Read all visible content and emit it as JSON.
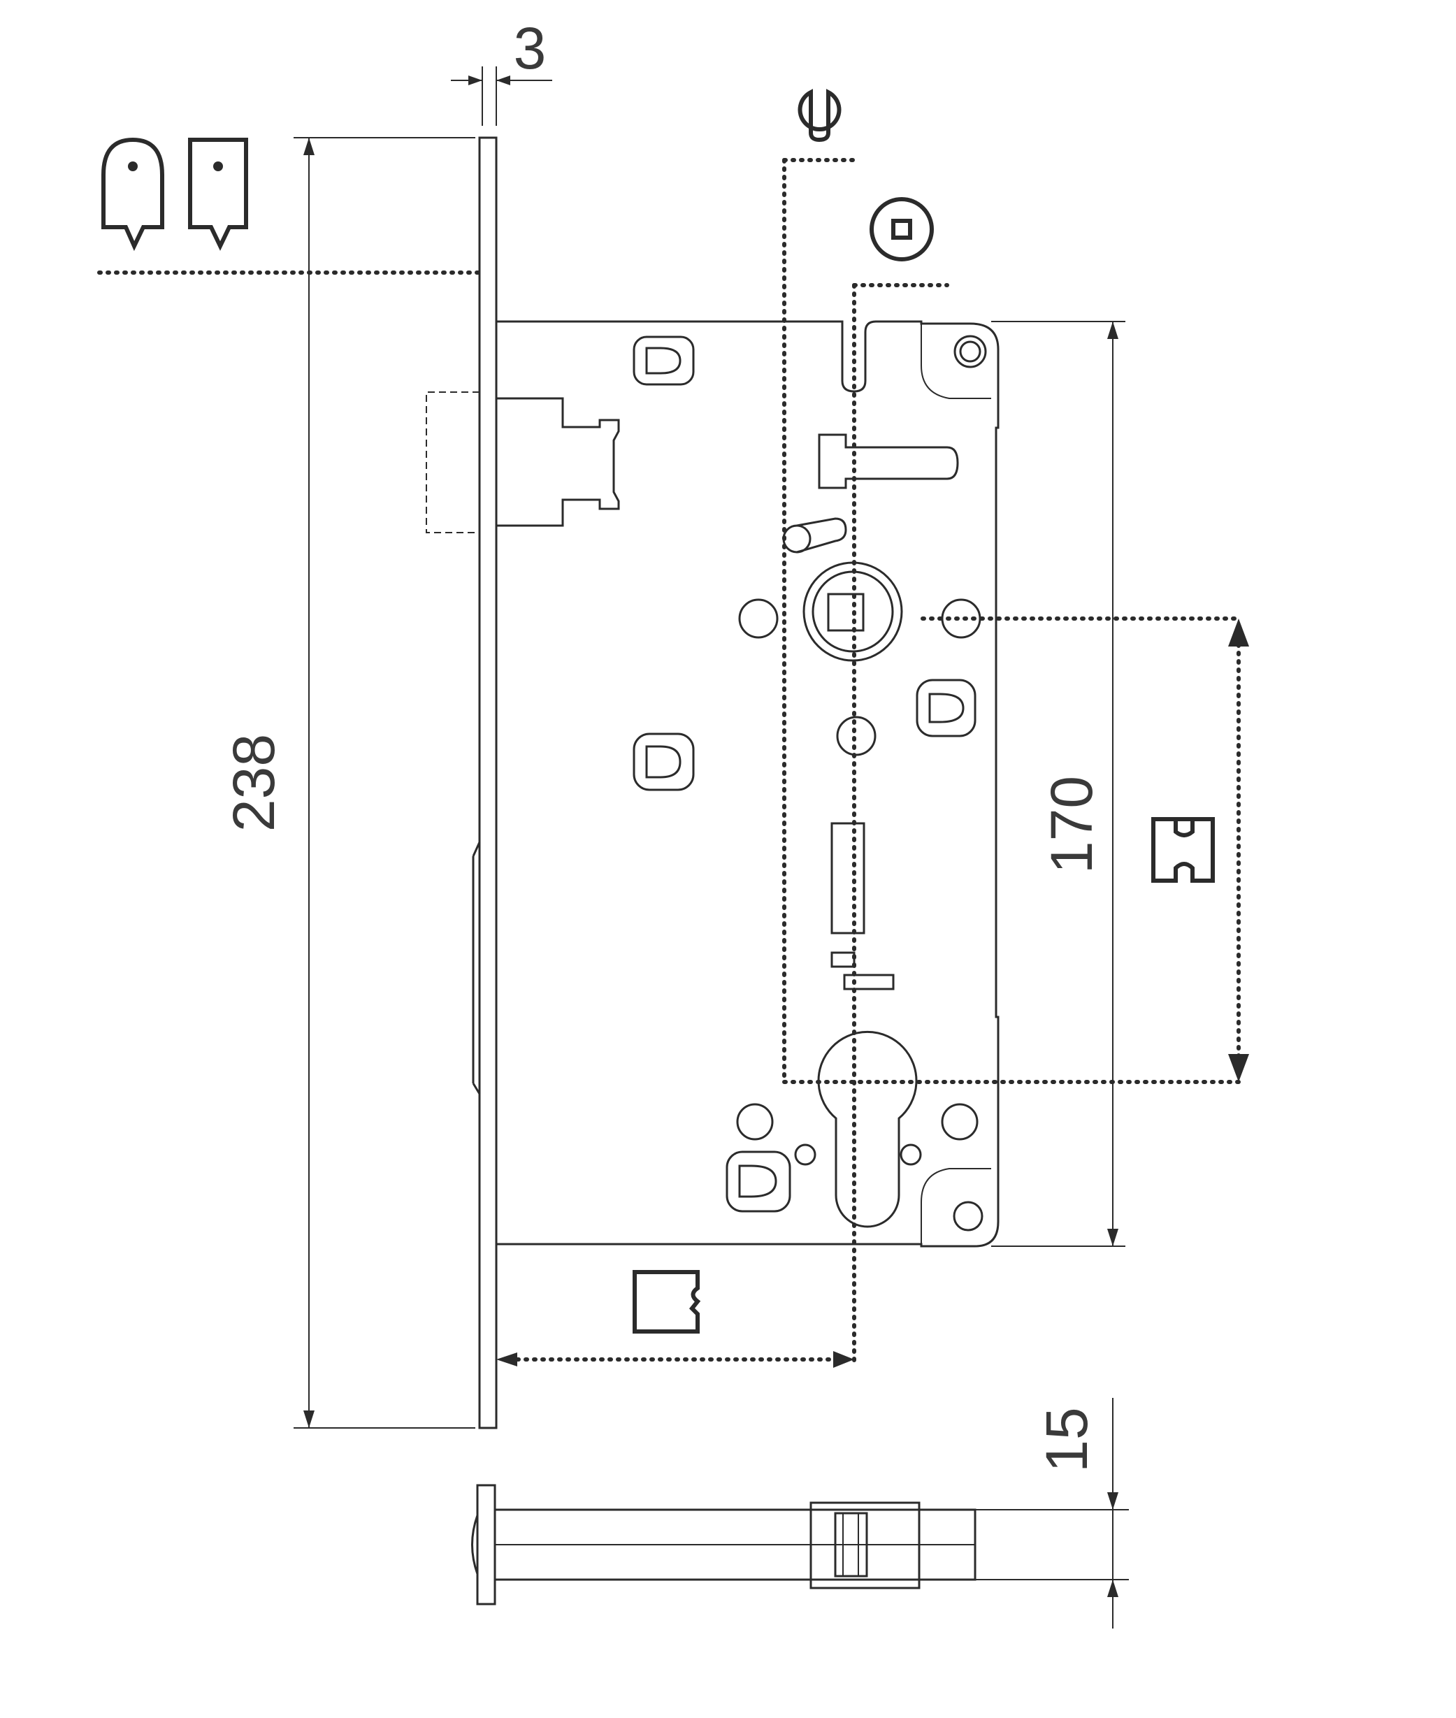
{
  "dimensions": {
    "faceplate_thickness": "3",
    "faceplate_length": "238",
    "handle_to_cylinder": "170",
    "case_depth": "15"
  },
  "icons": [
    "latch-rounded-icon",
    "latch-square-icon",
    "keyhole-icon",
    "square-spindle-icon",
    "cylinder-profile-icon",
    "backset-icon"
  ],
  "colors": {
    "line": "#2b2b2b",
    "background": "#ffffff"
  }
}
